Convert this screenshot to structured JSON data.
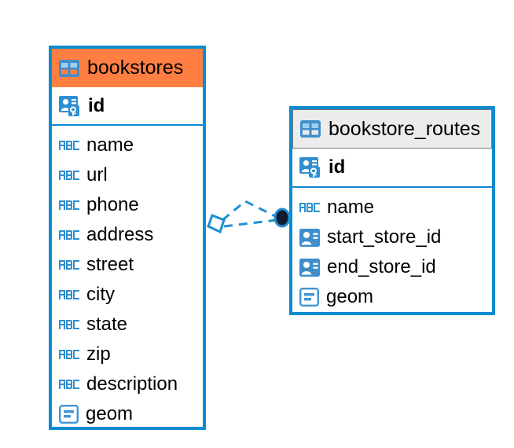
{
  "diagram": {
    "type": "entity-relationship-diagram",
    "background_color": "#ffffff",
    "accent_color": "#0d8bd0",
    "highlight_color": "#ff7f43",
    "header_gray": "#ececec"
  },
  "entities": [
    {
      "name": "bookstores",
      "header_color": "#ff7f43",
      "selected": true,
      "icon": "table-icon",
      "primary_key": {
        "label": "id",
        "icon": "primary-key-icon",
        "type": "pk"
      },
      "fields": [
        {
          "label": "name",
          "icon": "abc-text-icon",
          "type": "text"
        },
        {
          "label": "url",
          "icon": "abc-text-icon",
          "type": "text"
        },
        {
          "label": "phone",
          "icon": "abc-text-icon",
          "type": "text"
        },
        {
          "label": "address",
          "icon": "abc-text-icon",
          "type": "text"
        },
        {
          "label": "street",
          "icon": "abc-text-icon",
          "type": "text"
        },
        {
          "label": "city",
          "icon": "abc-text-icon",
          "type": "text"
        },
        {
          "label": "state",
          "icon": "abc-text-icon",
          "type": "text"
        },
        {
          "label": "zip",
          "icon": "abc-text-icon",
          "type": "text"
        },
        {
          "label": "description",
          "icon": "abc-text-icon",
          "type": "text"
        },
        {
          "label": "geom",
          "icon": "geometry-icon",
          "type": "geometry"
        }
      ]
    },
    {
      "name": "bookstore_routes",
      "header_color": "#ececec",
      "selected": false,
      "icon": "table-icon",
      "primary_key": {
        "label": "id",
        "icon": "primary-key-icon",
        "type": "pk"
      },
      "fields": [
        {
          "label": "name",
          "icon": "abc-text-icon",
          "type": "text"
        },
        {
          "label": "start_store_id",
          "icon": "foreign-key-icon",
          "type": "fk"
        },
        {
          "label": "end_store_id",
          "icon": "foreign-key-icon",
          "type": "fk"
        },
        {
          "label": "geom",
          "icon": "geometry-icon",
          "type": "geometry"
        }
      ]
    }
  ],
  "relationship": {
    "style": "dashed",
    "color": "#0d8bd0",
    "source_marker": "diamond-open-marker",
    "target_marker": "filled-circle-marker",
    "target_marker_color": "#111a2e"
  }
}
